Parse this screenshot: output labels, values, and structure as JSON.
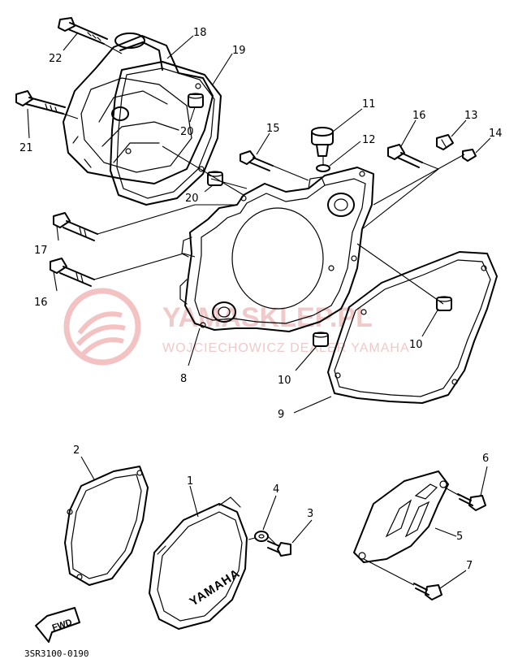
{
  "diagram": {
    "drawing_code": "3SR3100-0190",
    "fwd_label": "FWD",
    "cover_brand": "YAMAHA",
    "watermark": {
      "title": "YAMASKLEP.PL",
      "subtitle": "WOJCIECHOWICZ DEALER YAMAHA"
    },
    "callouts": [
      {
        "id": "c22",
        "label": "22"
      },
      {
        "id": "c18",
        "label": "18"
      },
      {
        "id": "c19",
        "label": "19"
      },
      {
        "id": "c21",
        "label": "21"
      },
      {
        "id": "c20a",
        "label": "20"
      },
      {
        "id": "c20b",
        "label": "20"
      },
      {
        "id": "c11",
        "label": "11"
      },
      {
        "id": "c12",
        "label": "12"
      },
      {
        "id": "c15",
        "label": "15"
      },
      {
        "id": "c16a",
        "label": "16"
      },
      {
        "id": "c13",
        "label": "13"
      },
      {
        "id": "c14",
        "label": "14"
      },
      {
        "id": "c17",
        "label": "17"
      },
      {
        "id": "c16b",
        "label": "16"
      },
      {
        "id": "c10a",
        "label": "10"
      },
      {
        "id": "c10b",
        "label": "10"
      },
      {
        "id": "c8",
        "label": "8"
      },
      {
        "id": "c9",
        "label": "9"
      },
      {
        "id": "c2",
        "label": "2"
      },
      {
        "id": "c1",
        "label": "1"
      },
      {
        "id": "c4",
        "label": "4"
      },
      {
        "id": "c3",
        "label": "3"
      },
      {
        "id": "c6",
        "label": "6"
      },
      {
        "id": "c5",
        "label": "5"
      },
      {
        "id": "c7",
        "label": "7"
      }
    ]
  }
}
